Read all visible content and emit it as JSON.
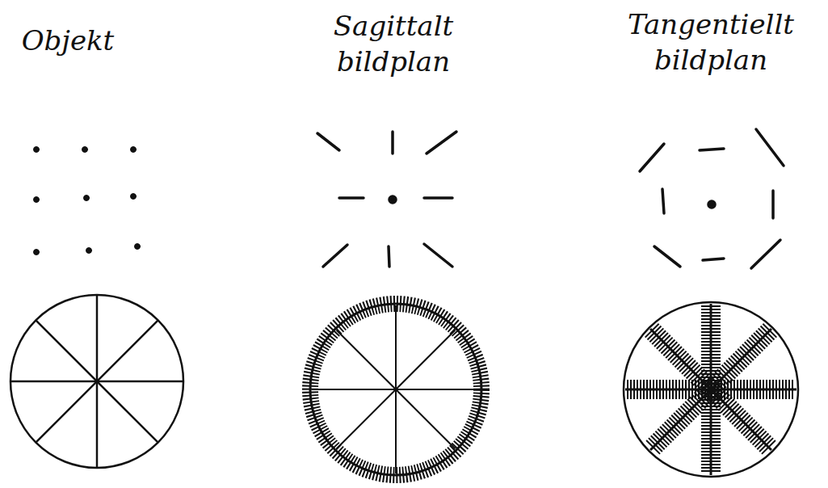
{
  "diagram": {
    "labels": [
      "Objekt",
      "Sagittalt bildplan",
      "Tangentiellt bildplan"
    ]
  }
}
